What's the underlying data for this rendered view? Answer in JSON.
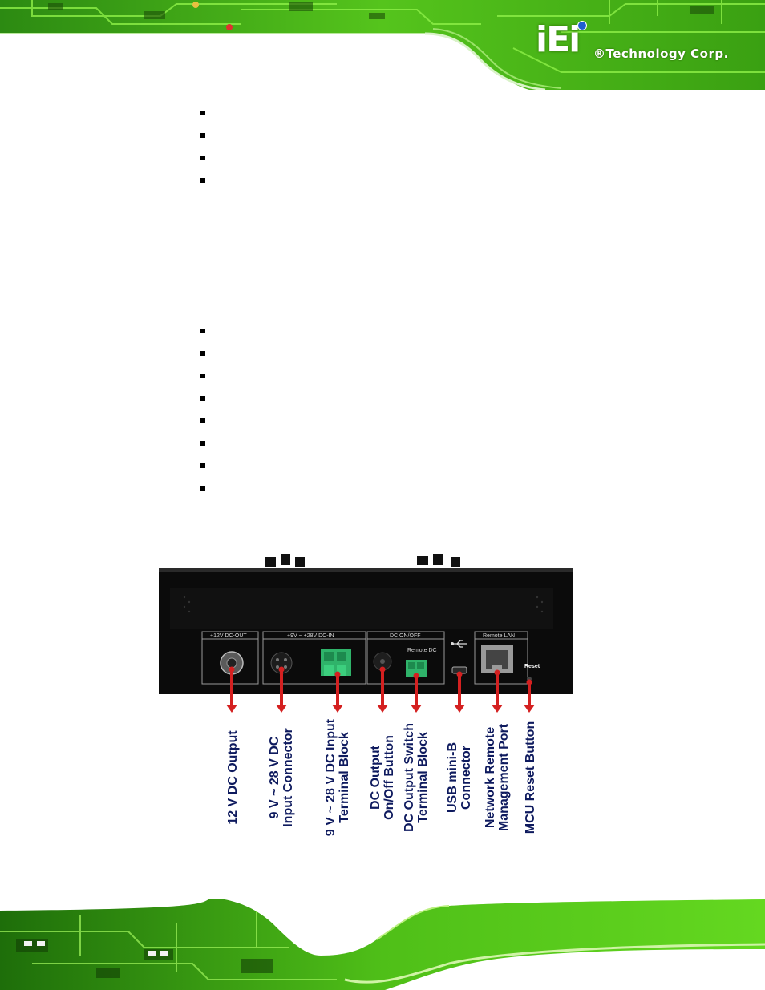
{
  "header": {
    "logo_mark": "iEi",
    "company_name": "®Technology Corp."
  },
  "lists": {
    "first": [
      "",
      "",
      "",
      ""
    ],
    "second": [
      "",
      "",
      "",
      "",
      "",
      "",
      "",
      ""
    ]
  },
  "figure": {
    "panel_labels": {
      "dc_out": "+12V DC-OUT",
      "dc_in": "+9V ~ +28V DC-IN",
      "on_off": "DC ON/OFF",
      "remote_dc": "Remote DC",
      "remote_lan": "Remote LAN",
      "reset": "Reset"
    },
    "callouts": [
      [
        "12 V DC Output"
      ],
      [
        "9 V ~ 28 V DC",
        "Input Connector"
      ],
      [
        "9 V ~ 28 V DC Input",
        "Terminal Block"
      ],
      [
        "DC  Output",
        "On/Off Button"
      ],
      [
        "DC Output Switch",
        "Terminal Block"
      ],
      [
        "USB mini-B",
        "Connector"
      ],
      [
        "Network Remote",
        "Management Port"
      ],
      [
        "MCU Reset Button"
      ]
    ],
    "colors": {
      "arrow": "#d42020",
      "label": "#0e1a5e",
      "device": "#0b0b0b",
      "terminal": "#2fb36a"
    }
  }
}
